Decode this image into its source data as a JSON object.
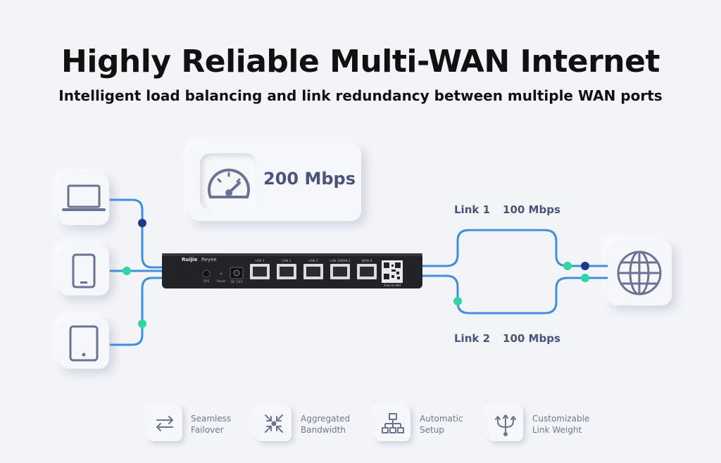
{
  "header": {
    "title": "Highly Reliable Multi-WAN Internet",
    "subtitle": "Intelligent load balancing and link redundancy between multiple WAN ports"
  },
  "speed_card": {
    "icon": "speedometer-icon",
    "value": "200 Mbps"
  },
  "devices": [
    {
      "icon": "laptop-icon"
    },
    {
      "icon": "phone-icon"
    },
    {
      "icon": "tablet-icon"
    }
  ],
  "router": {
    "brand": "Ruijie",
    "sub_brand": "Reyee",
    "ports": [
      "LAN 1",
      "LAN 1",
      "LAN 2",
      "LAN 3/WAN 1",
      "WAN 0"
    ],
    "port_labels": [
      "DC 12V",
      "Reset",
      "SYS"
    ],
    "qr_caption": "Scan to Add"
  },
  "links": [
    {
      "name": "Link 1",
      "speed": "100 Mbps"
    },
    {
      "name": "Link 2",
      "speed": "100 Mbps"
    }
  ],
  "internet": {
    "icon": "globe-icon"
  },
  "features": [
    {
      "icon": "failover-arrows-icon",
      "line1": "Seamless",
      "line2": "Failover"
    },
    {
      "icon": "aggregate-arrows-icon",
      "line1": "Aggregated",
      "line2": "Bandwidth"
    },
    {
      "icon": "network-tree-icon",
      "line1": "Automatic",
      "line2": "Setup"
    },
    {
      "icon": "trident-icon",
      "line1": "Customizable",
      "line2": "Link Weight"
    }
  ],
  "colors": {
    "background": "#f3f4f8",
    "line_blue": "#3f8fe0",
    "node_green": "#2ed6a0",
    "node_navy": "#1c3a8a",
    "icon_gray": "#6b7394",
    "router_body": "#222327"
  }
}
